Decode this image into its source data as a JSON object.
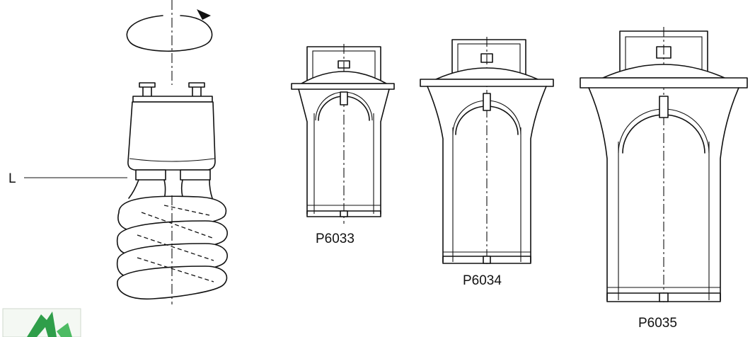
{
  "labels": {
    "lamp_marker": "L",
    "models": [
      "P6033",
      "P6034",
      "P6035"
    ]
  },
  "colors": {
    "ink": "#111111",
    "background": "#ffffff",
    "logo_green": "#2f9e4a"
  },
  "icons": {
    "logo": "recycle-leaf-logo-icon",
    "rotation": "rotation-arrow-icon"
  }
}
